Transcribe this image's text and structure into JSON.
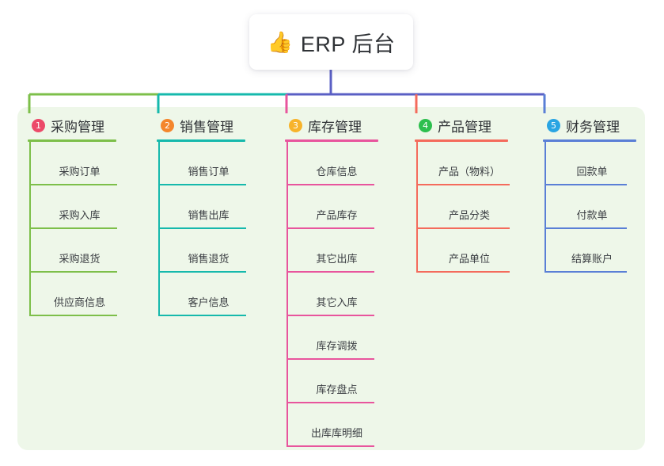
{
  "title": {
    "icon": "thumbs-up-icon",
    "icon_glyph": "👍",
    "text": "ERP 后台"
  },
  "colors": {
    "panel_bg": "#eef7e9",
    "page_bg": "#ffffff",
    "title_text": "#2f3236",
    "trunk": "#5a5fc4"
  },
  "columns": [
    {
      "number": "1",
      "title": "采购管理",
      "badge_color": "#ec4a69",
      "line_color": "#7dbf4a",
      "items": [
        "采购订单",
        "采购入库",
        "采购退货",
        "供应商信息"
      ]
    },
    {
      "number": "2",
      "title": "销售管理",
      "badge_color": "#f4862c",
      "line_color": "#16b9ac",
      "items": [
        "销售订单",
        "销售出库",
        "销售退货",
        "客户信息"
      ]
    },
    {
      "number": "3",
      "title": "库存管理",
      "badge_color": "#f7b32b",
      "line_color": "#e8559d",
      "items": [
        "仓库信息",
        "产品库存",
        "其它出库",
        "其它入库",
        "库存调拨",
        "库存盘点",
        "出库库明细"
      ]
    },
    {
      "number": "4",
      "title": "产品管理",
      "badge_color": "#2dbf4e",
      "line_color": "#f46b5c",
      "items": [
        "产品（物料）",
        "产品分类",
        "产品单位"
      ]
    },
    {
      "number": "5",
      "title": "财务管理",
      "badge_color": "#29a5e3",
      "line_color": "#5a7fd6",
      "items": [
        "回款单",
        "付款单",
        "结算账户"
      ]
    }
  ]
}
